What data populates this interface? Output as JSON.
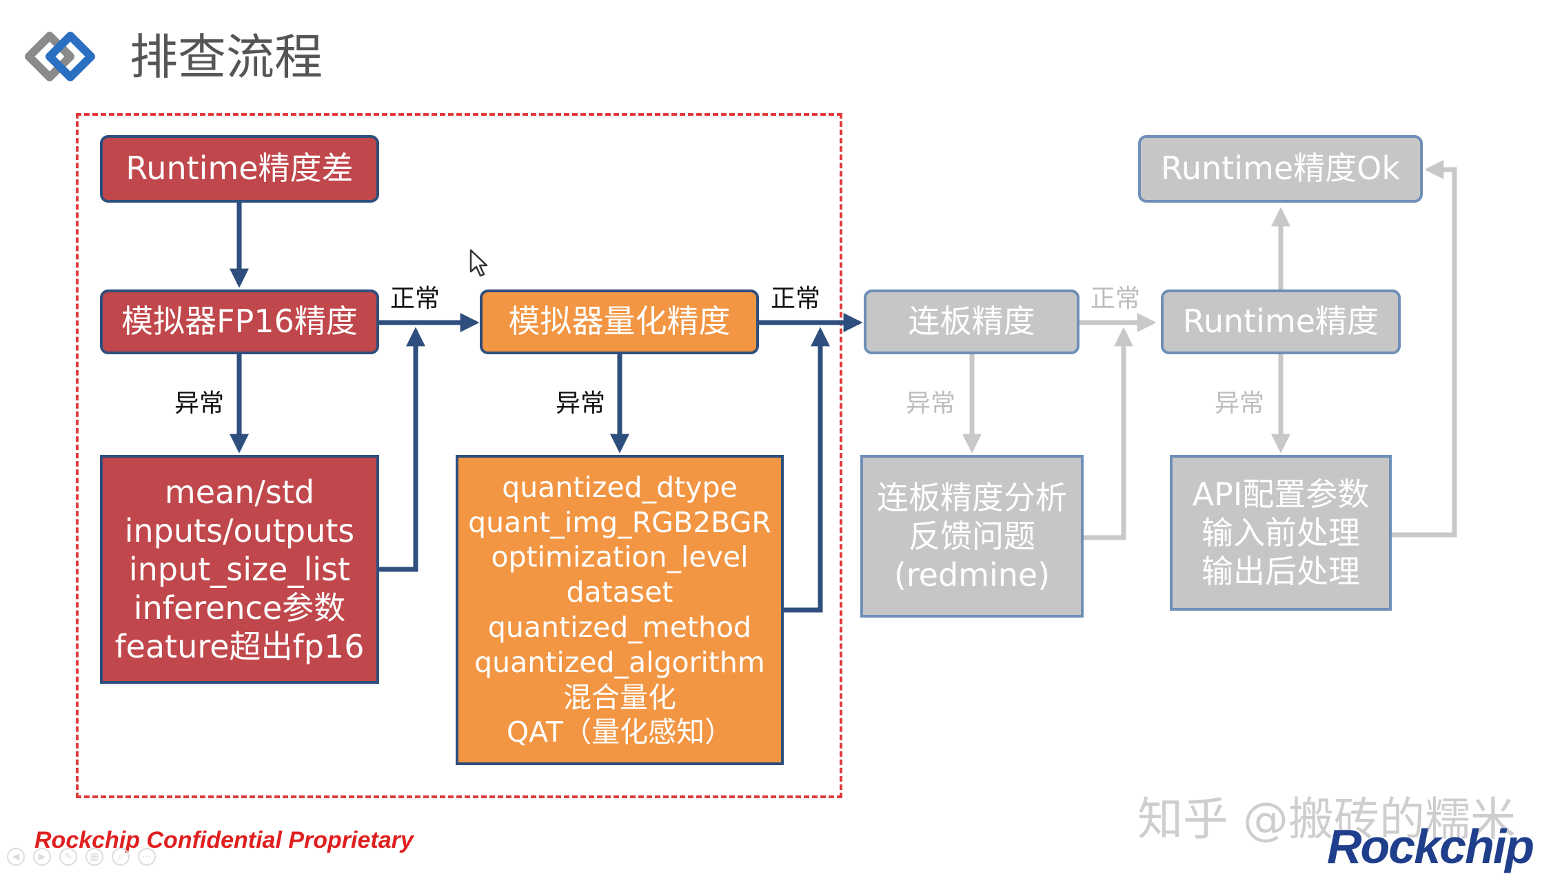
{
  "slide": {
    "title": "排查流程",
    "footer_confidential": "Rockchip Confidential Proprietary",
    "watermark": "知乎 @搬砖的糯米",
    "brand": "Rockchip"
  },
  "nodes": {
    "runtime_poor": "Runtime精度差",
    "sim_fp16": "模拟器FP16精度",
    "fp16_checks": "mean/std\ninputs/outputs\ninput_size_list\ninference参数\nfeature超出fp16",
    "sim_quant": "模拟器量化精度",
    "quant_params": "quantized_dtype\nquant_img_RGB2BGR\noptimization_level\ndataset\nquantized_method\nquantized_algorithm\n混合量化\nQAT（量化感知）",
    "board_accuracy": "连板精度",
    "board_analysis": "连板精度分析\n反馈问题\n(redmine)",
    "runtime_accuracy": "Runtime精度",
    "runtime_ok": "Runtime精度Ok",
    "api_config": "API配置参数\n输入前处理\n输出后处理"
  },
  "edge_labels": {
    "normal_1": "正常",
    "normal_2": "正常",
    "normal_3": "正常",
    "abnormal_1": "异常",
    "abnormal_2": "异常",
    "abnormal_3": "异常",
    "abnormal_4": "异常"
  },
  "colors": {
    "red_box": "#c0474b",
    "orange_box": "#f29644",
    "gray_box": "#c6c6c6",
    "blue_line": "#2e4f7d",
    "gray_line": "#c8c8c8",
    "dashed_border": "#e03b3b"
  },
  "icons": {
    "logo": "double-diamond-icon",
    "cursor": "mouse-pointer-icon"
  }
}
